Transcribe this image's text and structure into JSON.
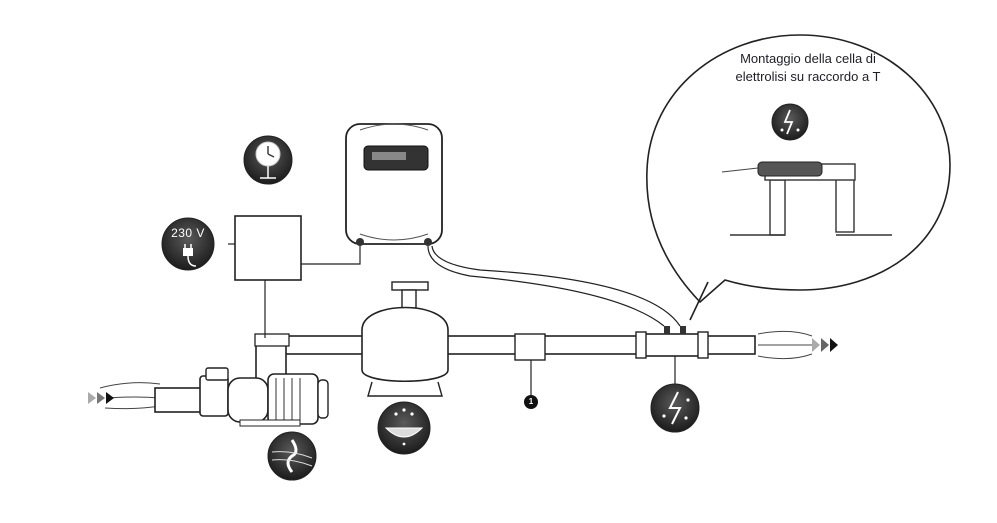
{
  "callout": {
    "line1": "Montaggio della cella di",
    "line2": "elettrolisi su raccordo a T"
  },
  "power_label": "230 V",
  "marker_number": "1",
  "icons": [
    "clock-icon",
    "plug-icon",
    "pump-fan-icon",
    "filter-icon",
    "electrolysis-icon"
  ],
  "colors": {
    "line": "#222222",
    "icon_bg": "#2b2b2b",
    "pipe_fill": "#ffffff"
  }
}
